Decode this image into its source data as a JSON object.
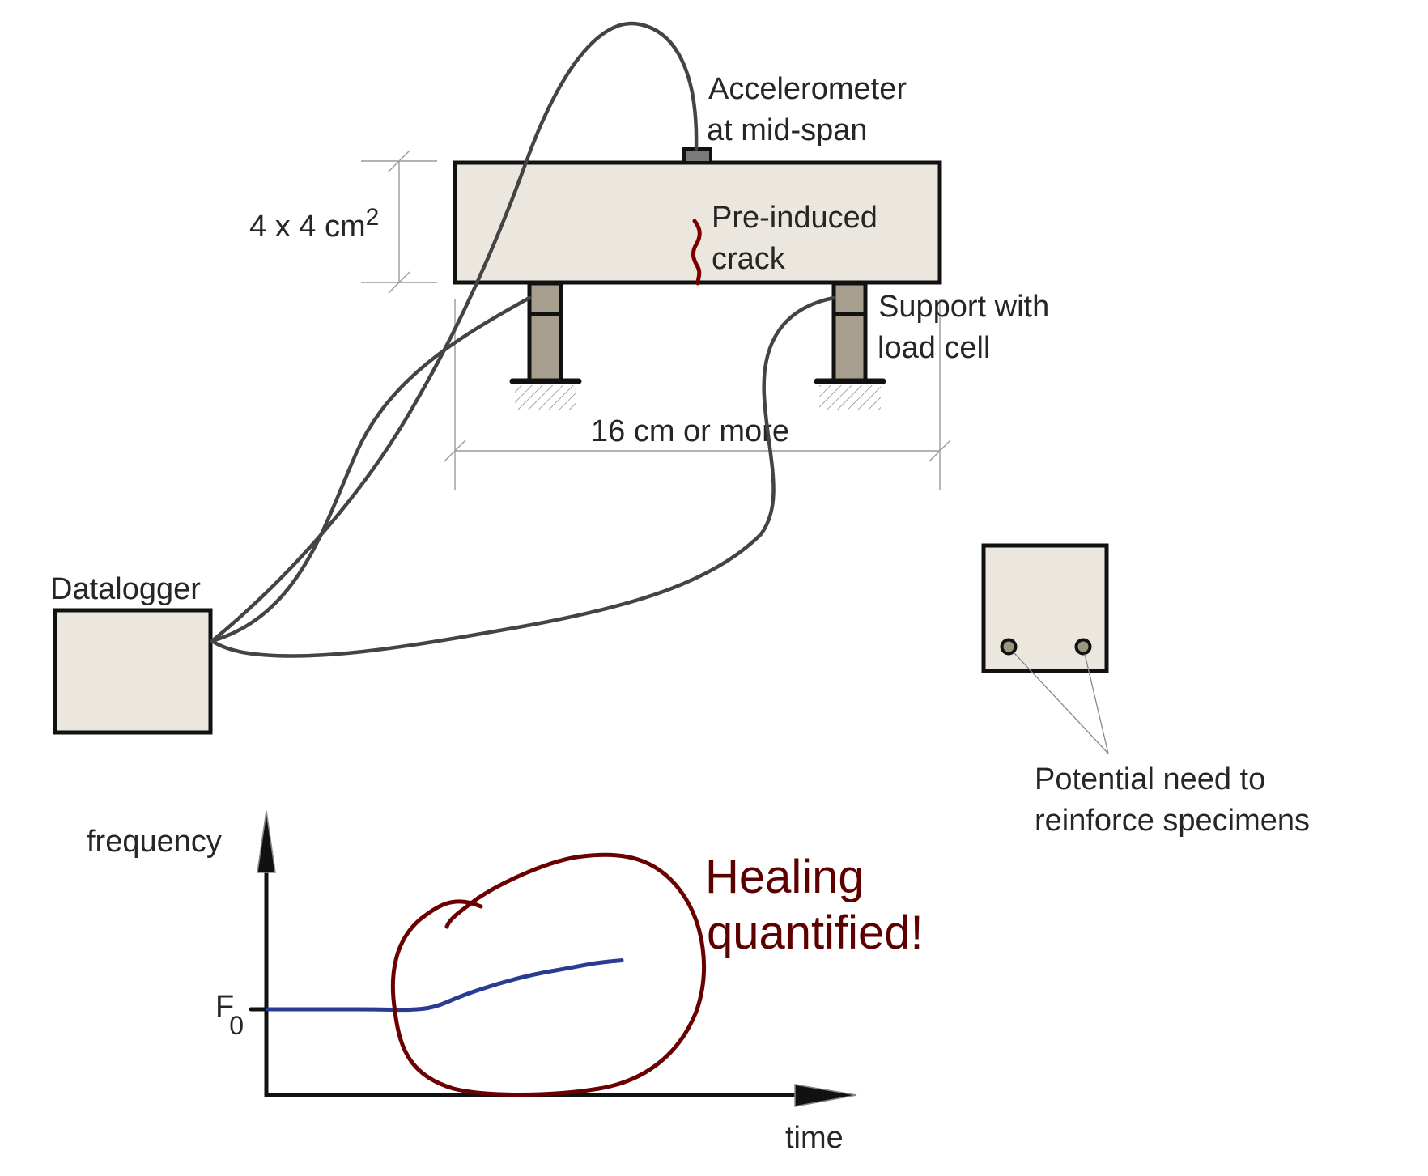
{
  "setup": {
    "accelerometer_label": [
      "Accelerometer",
      "at mid-span"
    ],
    "beam_section_label": "4 x 4 cm",
    "beam_section_superscript": "2",
    "crack_label": [
      "Pre-induced",
      "crack"
    ],
    "support_label": [
      "Support with",
      "load cell"
    ],
    "span_label": "16 cm or more",
    "datalogger_label": "Datalogger"
  },
  "cross_section": {
    "note": [
      "Potential need to",
      "reinforce specimens"
    ],
    "rebar_count": 2
  },
  "colors": {
    "specimen_fill": "#ebe7df",
    "support_fill": "#a89e90",
    "cable": "#444444",
    "crack": "#7a0000",
    "healing_annotation": "#6a0000",
    "frequency_curve": "#283c94",
    "dimension_line": "#999999"
  },
  "chart_data": {
    "type": "line",
    "title": "",
    "xlabel": "time",
    "ylabel": "frequency",
    "y_reference_label": "F",
    "y_reference_subscript": "0",
    "annotation": [
      "Healing",
      "quantified!"
    ],
    "series": [
      {
        "name": "frequency",
        "x": [
          0.0,
          0.1,
          0.2,
          0.3,
          0.4,
          0.47,
          0.55,
          0.65,
          0.75,
          0.85,
          0.93,
          1.0
        ],
        "y": [
          0.0,
          0.0,
          0.0,
          0.0,
          -0.01,
          0.02,
          0.18,
          0.33,
          0.45,
          0.53,
          0.6,
          0.63
        ]
      }
    ],
    "xlim": [
      0,
      1.0
    ],
    "ylim": [
      -1,
      2
    ],
    "grid": false,
    "legend": "none"
  }
}
